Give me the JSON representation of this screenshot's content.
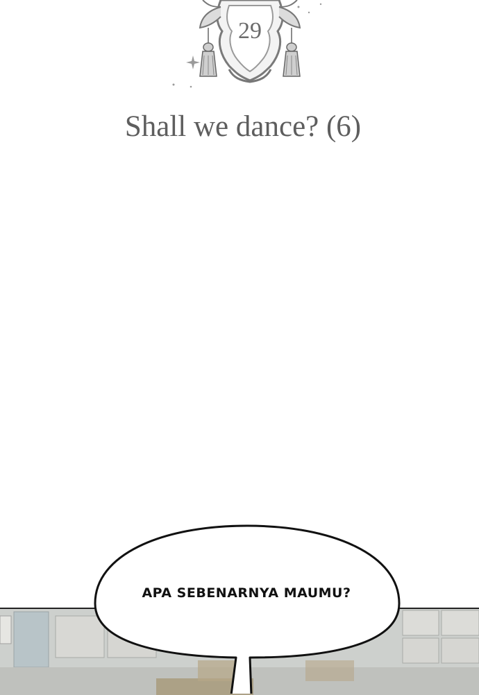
{
  "header": {
    "chapter_number": "29",
    "chapter_title": "Shall we dance? (6)",
    "crest_icon": "ornate-crest-icon"
  },
  "panel": {
    "speech_text": "APA SEBENARNYA MAUMU?"
  },
  "colors": {
    "background": "#ffffff",
    "title_text": "#5e5e5e",
    "panel_tone": "#cfd2cf",
    "bubble_outline": "#111111"
  }
}
